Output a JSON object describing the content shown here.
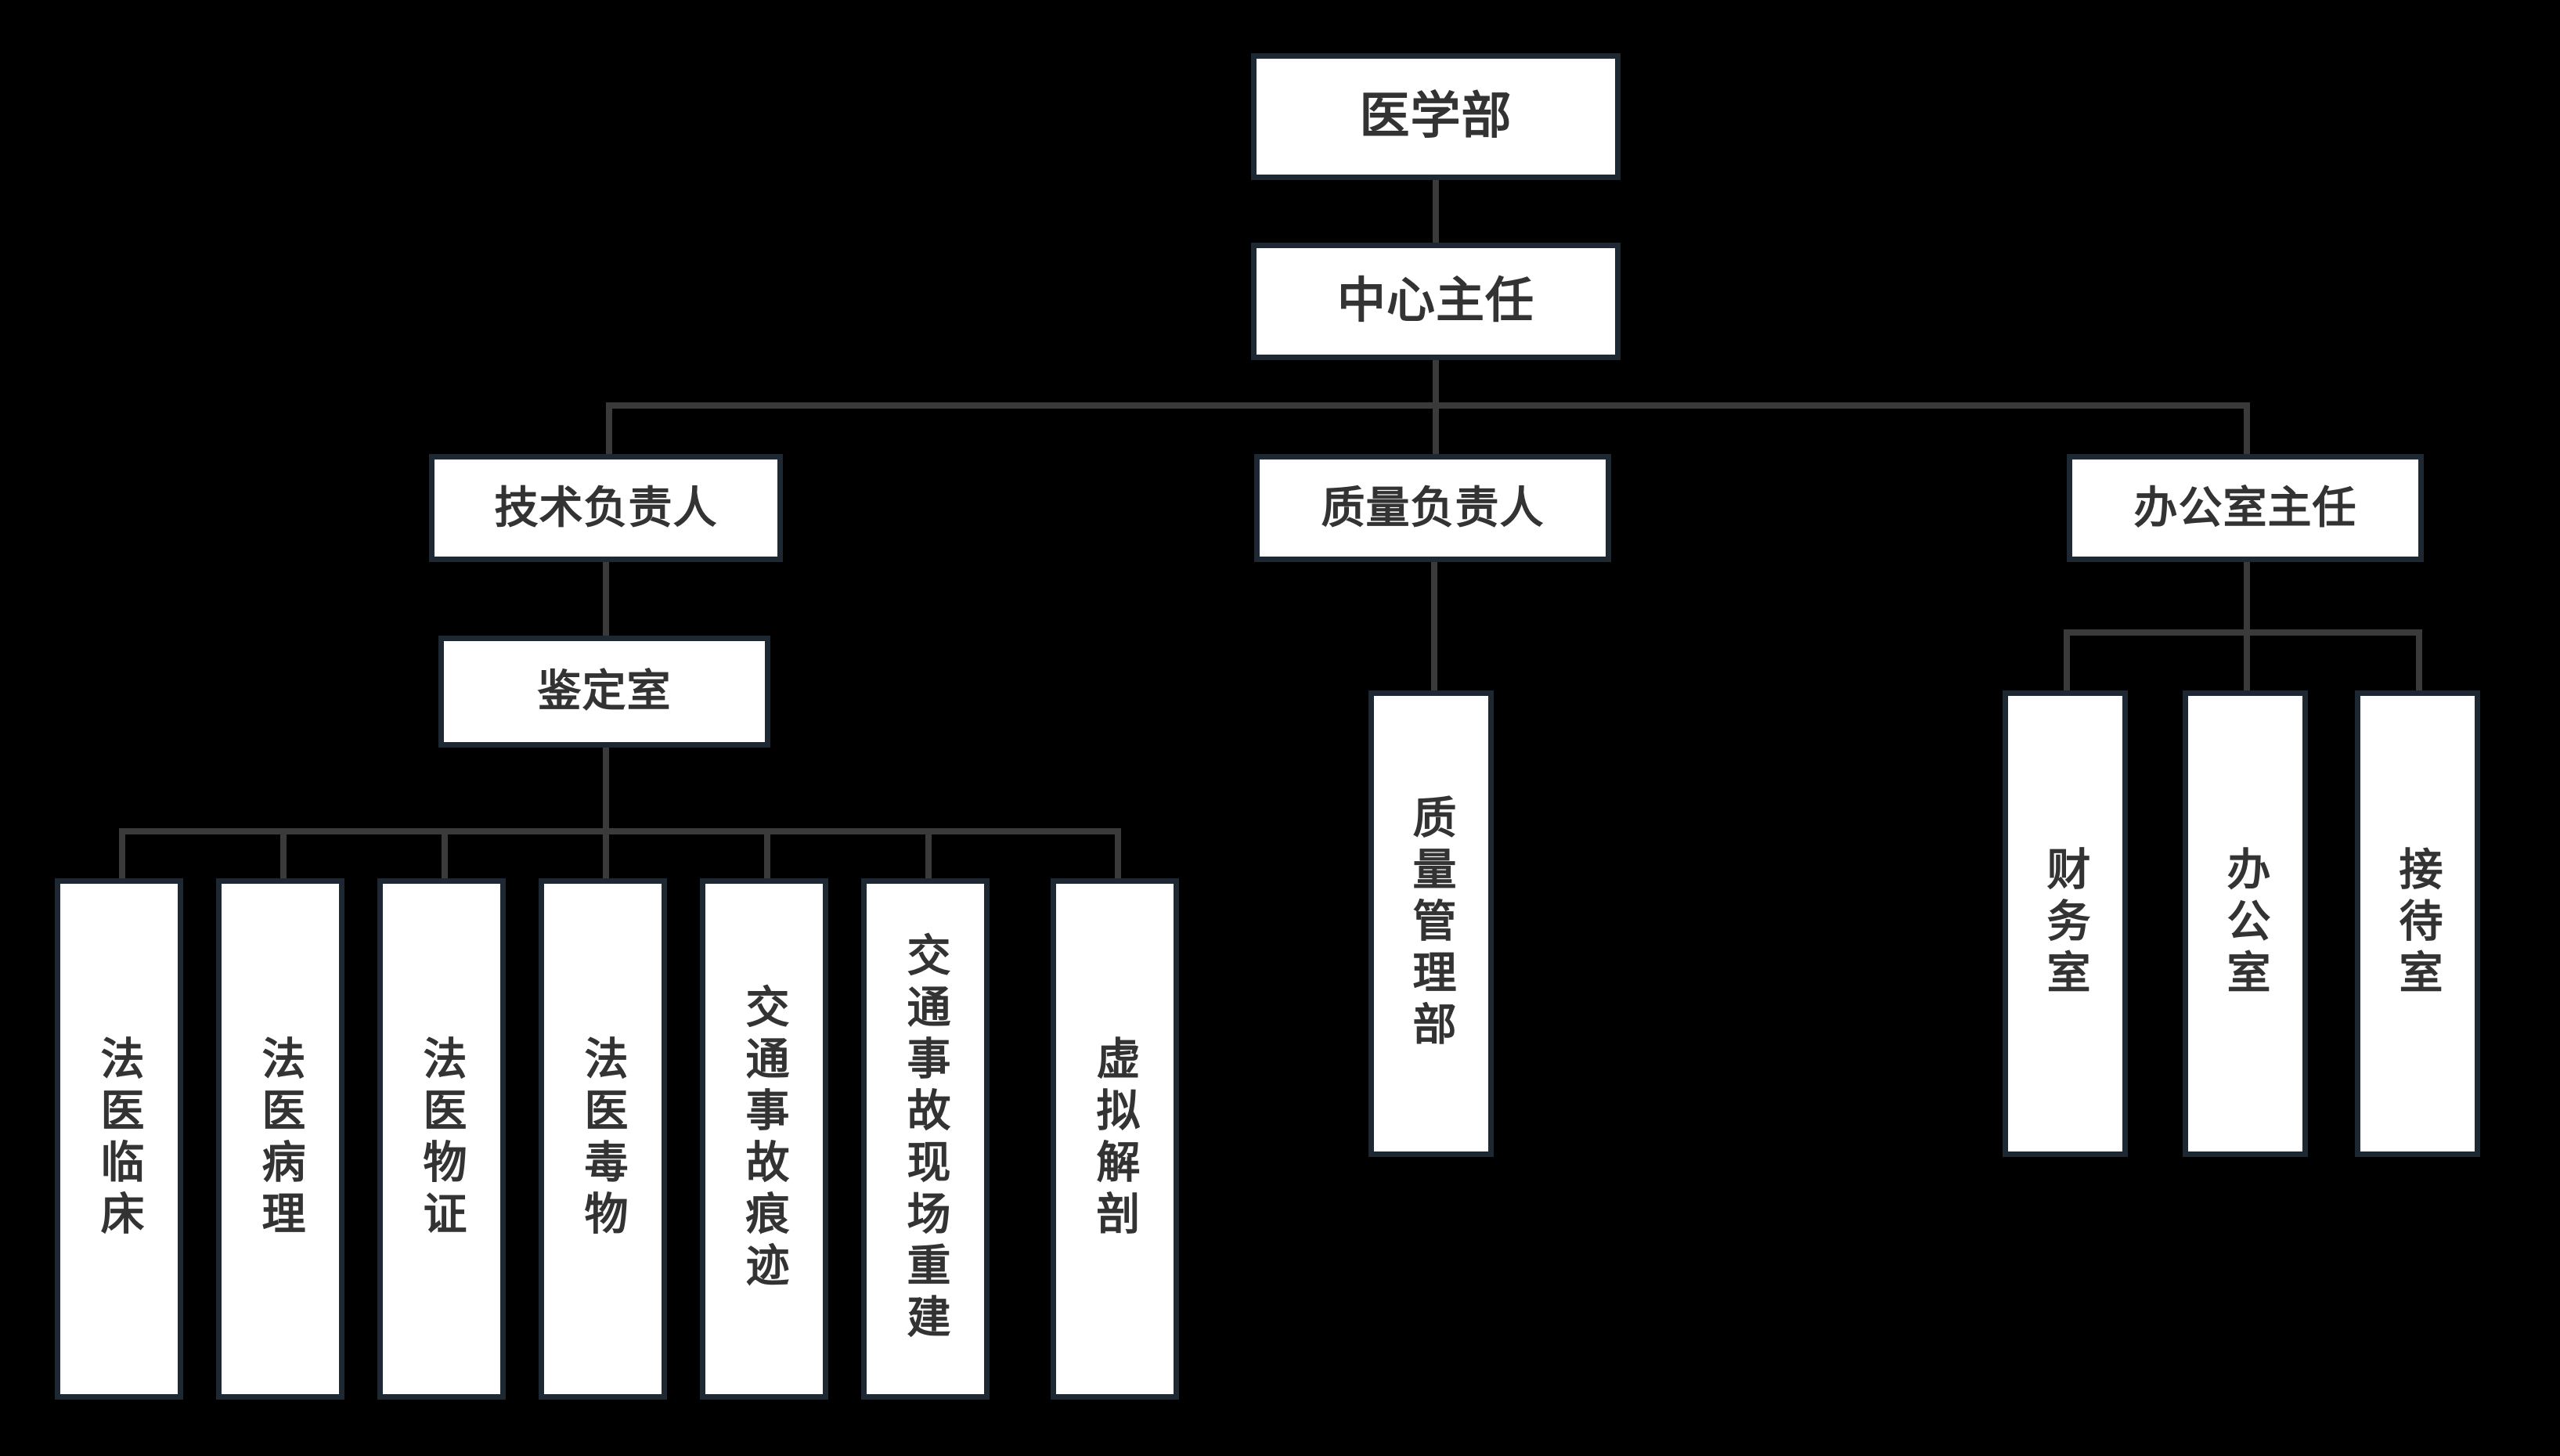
{
  "chart_data": {
    "type": "diagram",
    "subtype": "organizational-chart",
    "title": "",
    "orientation": "top-down",
    "background_color": "#000000",
    "node_fill_color": "#ffffff",
    "node_border_color": "#1e2832",
    "node_text_color": "#333333",
    "connector_color": "#3a3a3a",
    "levels": 5,
    "node_count": 18,
    "nodes": [
      {
        "id": "n1",
        "label": "医学部",
        "level": 0,
        "parent": null,
        "text_direction": "horizontal"
      },
      {
        "id": "n2",
        "label": "中心主任",
        "level": 1,
        "parent": "n1",
        "text_direction": "horizontal"
      },
      {
        "id": "n3",
        "label": "技术负责人",
        "level": 2,
        "parent": "n2",
        "text_direction": "horizontal"
      },
      {
        "id": "n4",
        "label": "质量负责人",
        "level": 2,
        "parent": "n2",
        "text_direction": "horizontal"
      },
      {
        "id": "n5",
        "label": "办公室主任",
        "level": 2,
        "parent": "n2",
        "text_direction": "horizontal"
      },
      {
        "id": "n6",
        "label": "鉴定室",
        "level": 3,
        "parent": "n3",
        "text_direction": "horizontal"
      },
      {
        "id": "n7",
        "label": "质量管理部",
        "level": 3,
        "parent": "n4",
        "text_direction": "vertical"
      },
      {
        "id": "n8",
        "label": "财务室",
        "level": 3,
        "parent": "n5",
        "text_direction": "vertical"
      },
      {
        "id": "n9",
        "label": "办公室",
        "level": 3,
        "parent": "n5",
        "text_direction": "vertical"
      },
      {
        "id": "n10",
        "label": "接待室",
        "level": 3,
        "parent": "n5",
        "text_direction": "vertical"
      },
      {
        "id": "n11",
        "label": "法医临床",
        "level": 4,
        "parent": "n6",
        "text_direction": "vertical"
      },
      {
        "id": "n12",
        "label": "法医病理",
        "level": 4,
        "parent": "n6",
        "text_direction": "vertical"
      },
      {
        "id": "n13",
        "label": "法医物证",
        "level": 4,
        "parent": "n6",
        "text_direction": "vertical"
      },
      {
        "id": "n14",
        "label": "法医毒物",
        "level": 4,
        "parent": "n6",
        "text_direction": "vertical"
      },
      {
        "id": "n15",
        "label": "交通事故痕迹",
        "level": 4,
        "parent": "n6",
        "text_direction": "vertical"
      },
      {
        "id": "n16",
        "label": "交通事故现场重建",
        "level": 4,
        "parent": "n6",
        "text_direction": "vertical"
      },
      {
        "id": "n17",
        "label": "虚拟解剖",
        "level": 4,
        "parent": "n6",
        "text_direction": "vertical"
      }
    ],
    "edges": [
      {
        "from": "n1",
        "to": "n2"
      },
      {
        "from": "n2",
        "to": "n3"
      },
      {
        "from": "n2",
        "to": "n4"
      },
      {
        "from": "n2",
        "to": "n5"
      },
      {
        "from": "n3",
        "to": "n6"
      },
      {
        "from": "n4",
        "to": "n7"
      },
      {
        "from": "n5",
        "to": "n8"
      },
      {
        "from": "n5",
        "to": "n9"
      },
      {
        "from": "n5",
        "to": "n10"
      },
      {
        "from": "n6",
        "to": "n11"
      },
      {
        "from": "n6",
        "to": "n12"
      },
      {
        "from": "n6",
        "to": "n13"
      },
      {
        "from": "n6",
        "to": "n14"
      },
      {
        "from": "n6",
        "to": "n15"
      },
      {
        "from": "n6",
        "to": "n16"
      },
      {
        "from": "n6",
        "to": "n17"
      }
    ]
  },
  "org": {
    "root": {
      "label": "医学部"
    },
    "director": {
      "label": "中心主任"
    },
    "tech_lead": {
      "label": "技术负责人"
    },
    "quality_lead": {
      "label": "质量负责人"
    },
    "office_lead": {
      "label": "办公室主任"
    },
    "appraisal_room": {
      "label": "鉴定室"
    },
    "quality_dept": {
      "label": "质量管理部"
    },
    "finance_room": {
      "label": "财务室"
    },
    "office_room": {
      "label": "办公室"
    },
    "reception_room": {
      "label": "接待室"
    },
    "labs": [
      {
        "label": "法医临床"
      },
      {
        "label": "法医病理"
      },
      {
        "label": "法医物证"
      },
      {
        "label": "法医毒物"
      },
      {
        "label": "交通事故痕迹"
      },
      {
        "label": "交通事故现场重建"
      },
      {
        "label": "虚拟解剖"
      }
    ]
  }
}
